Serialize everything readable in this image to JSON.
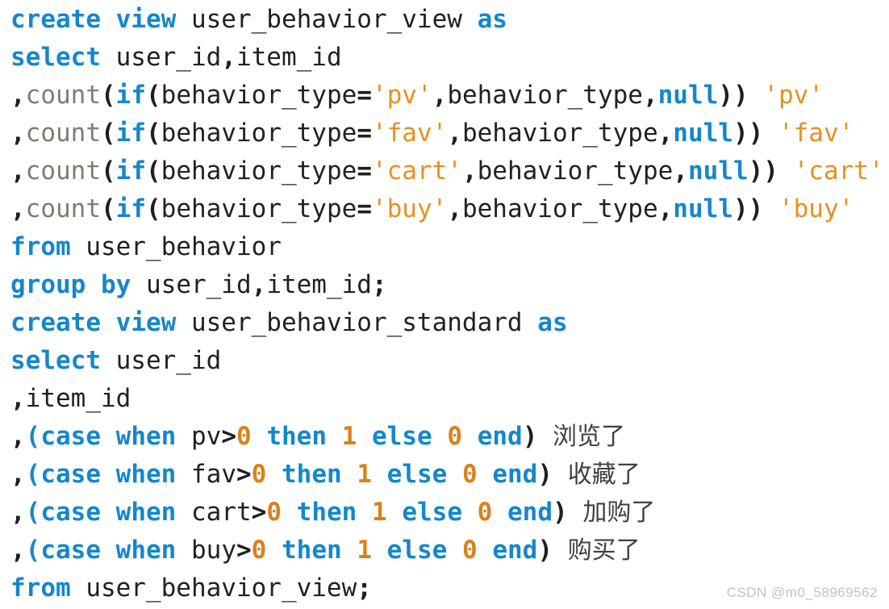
{
  "page": {
    "background": "#ffffff"
  },
  "colors": {
    "keyword": "#1487cc",
    "identifier": "#212121",
    "function": "#7d7d71",
    "string": "#e8901f",
    "number": "#d9821d",
    "punctuation": "#1f1f1f",
    "cjk": "#3f3f3f",
    "watermark": "#c3c3c3"
  },
  "code": {
    "language": "sql",
    "lines": [
      {
        "tokens": [
          [
            "kw",
            "create"
          ],
          [
            "id",
            " "
          ],
          [
            "kw",
            "view"
          ],
          [
            "id",
            " user_behavior_view "
          ],
          [
            "kw",
            "as"
          ]
        ]
      },
      {
        "tokens": [
          [
            "kw",
            "select"
          ],
          [
            "id",
            " user_id"
          ],
          [
            "pun",
            ","
          ],
          [
            "id",
            "item_id"
          ]
        ]
      },
      {
        "tokens": [
          [
            "pun",
            ","
          ],
          [
            "fn",
            "count"
          ],
          [
            "pun",
            "("
          ],
          [
            "kw",
            "if"
          ],
          [
            "pun",
            "("
          ],
          [
            "id",
            "behavior_type"
          ],
          [
            "pun",
            "="
          ],
          [
            "str",
            "'pv'"
          ],
          [
            "pun",
            ","
          ],
          [
            "id",
            "behavior_type"
          ],
          [
            "pun",
            ","
          ],
          [
            "kw",
            "null"
          ],
          [
            "pun",
            "))"
          ],
          [
            "id",
            " "
          ],
          [
            "str",
            "'pv'"
          ]
        ]
      },
      {
        "tokens": [
          [
            "pun",
            ","
          ],
          [
            "fn",
            "count"
          ],
          [
            "pun",
            "("
          ],
          [
            "kw",
            "if"
          ],
          [
            "pun",
            "("
          ],
          [
            "id",
            "behavior_type"
          ],
          [
            "pun",
            "="
          ],
          [
            "str",
            "'fav'"
          ],
          [
            "pun",
            ","
          ],
          [
            "id",
            "behavior_type"
          ],
          [
            "pun",
            ","
          ],
          [
            "kw",
            "null"
          ],
          [
            "pun",
            "))"
          ],
          [
            "id",
            " "
          ],
          [
            "str",
            "'fav'"
          ]
        ]
      },
      {
        "tokens": [
          [
            "pun",
            ","
          ],
          [
            "fn",
            "count"
          ],
          [
            "pun",
            "("
          ],
          [
            "kw",
            "if"
          ],
          [
            "pun",
            "("
          ],
          [
            "id",
            "behavior_type"
          ],
          [
            "pun",
            "="
          ],
          [
            "str",
            "'cart'"
          ],
          [
            "pun",
            ","
          ],
          [
            "id",
            "behavior_type"
          ],
          [
            "pun",
            ","
          ],
          [
            "kw",
            "null"
          ],
          [
            "pun",
            "))"
          ],
          [
            "id",
            " "
          ],
          [
            "str",
            "'cart'"
          ]
        ]
      },
      {
        "tokens": [
          [
            "pun",
            ","
          ],
          [
            "fn",
            "count"
          ],
          [
            "pun",
            "("
          ],
          [
            "kw",
            "if"
          ],
          [
            "pun",
            "("
          ],
          [
            "id",
            "behavior_type"
          ],
          [
            "pun",
            "="
          ],
          [
            "str",
            "'buy'"
          ],
          [
            "pun",
            ","
          ],
          [
            "id",
            "behavior_type"
          ],
          [
            "pun",
            ","
          ],
          [
            "kw",
            "null"
          ],
          [
            "pun",
            "))"
          ],
          [
            "id",
            " "
          ],
          [
            "str",
            "'buy'"
          ]
        ]
      },
      {
        "tokens": [
          [
            "kw",
            "from"
          ],
          [
            "id",
            " user_behavior"
          ]
        ]
      },
      {
        "tokens": [
          [
            "kw",
            "group"
          ],
          [
            "id",
            " "
          ],
          [
            "kw",
            "by"
          ],
          [
            "id",
            " user_id"
          ],
          [
            "pun",
            ","
          ],
          [
            "id",
            "item_id"
          ],
          [
            "pun",
            ";"
          ]
        ]
      },
      {
        "tokens": [
          [
            "kw",
            "create"
          ],
          [
            "id",
            " "
          ],
          [
            "kw",
            "view"
          ],
          [
            "id",
            " user_behavior_standard "
          ],
          [
            "kw",
            "as"
          ]
        ]
      },
      {
        "tokens": [
          [
            "kw",
            "select"
          ],
          [
            "id",
            " user_id"
          ]
        ]
      },
      {
        "tokens": [
          [
            "pun",
            ","
          ],
          [
            "id",
            "item_id"
          ]
        ]
      },
      {
        "tokens": [
          [
            "pun",
            ","
          ],
          [
            "kw",
            "(case"
          ],
          [
            "id",
            " "
          ],
          [
            "kw",
            "when"
          ],
          [
            "id",
            " pv"
          ],
          [
            "pun",
            ">"
          ],
          [
            "num",
            "0"
          ],
          [
            "id",
            " "
          ],
          [
            "kw",
            "then"
          ],
          [
            "id",
            " "
          ],
          [
            "num",
            "1"
          ],
          [
            "id",
            " "
          ],
          [
            "kw",
            "else"
          ],
          [
            "id",
            " "
          ],
          [
            "num",
            "0"
          ],
          [
            "id",
            " "
          ],
          [
            "kw",
            "end"
          ],
          [
            "pun",
            ")"
          ],
          [
            "id",
            " "
          ],
          [
            "cjk",
            "浏览了"
          ]
        ]
      },
      {
        "tokens": [
          [
            "pun",
            ","
          ],
          [
            "kw",
            "(case"
          ],
          [
            "id",
            " "
          ],
          [
            "kw",
            "when"
          ],
          [
            "id",
            " fav"
          ],
          [
            "pun",
            ">"
          ],
          [
            "num",
            "0"
          ],
          [
            "id",
            " "
          ],
          [
            "kw",
            "then"
          ],
          [
            "id",
            " "
          ],
          [
            "num",
            "1"
          ],
          [
            "id",
            " "
          ],
          [
            "kw",
            "else"
          ],
          [
            "id",
            " "
          ],
          [
            "num",
            "0"
          ],
          [
            "id",
            " "
          ],
          [
            "kw",
            "end"
          ],
          [
            "pun",
            ")"
          ],
          [
            "id",
            " "
          ],
          [
            "cjk",
            "收藏了"
          ]
        ]
      },
      {
        "tokens": [
          [
            "pun",
            ","
          ],
          [
            "kw",
            "(case"
          ],
          [
            "id",
            " "
          ],
          [
            "kw",
            "when"
          ],
          [
            "id",
            " cart"
          ],
          [
            "pun",
            ">"
          ],
          [
            "num",
            "0"
          ],
          [
            "id",
            " "
          ],
          [
            "kw",
            "then"
          ],
          [
            "id",
            " "
          ],
          [
            "num",
            "1"
          ],
          [
            "id",
            " "
          ],
          [
            "kw",
            "else"
          ],
          [
            "id",
            " "
          ],
          [
            "num",
            "0"
          ],
          [
            "id",
            " "
          ],
          [
            "kw",
            "end"
          ],
          [
            "pun",
            ")"
          ],
          [
            "id",
            " "
          ],
          [
            "cjk",
            "加购了"
          ]
        ]
      },
      {
        "tokens": [
          [
            "pun",
            ","
          ],
          [
            "kw",
            "(case"
          ],
          [
            "id",
            " "
          ],
          [
            "kw",
            "when"
          ],
          [
            "id",
            " buy"
          ],
          [
            "pun",
            ">"
          ],
          [
            "num",
            "0"
          ],
          [
            "id",
            " "
          ],
          [
            "kw",
            "then"
          ],
          [
            "id",
            " "
          ],
          [
            "num",
            "1"
          ],
          [
            "id",
            " "
          ],
          [
            "kw",
            "else"
          ],
          [
            "id",
            " "
          ],
          [
            "num",
            "0"
          ],
          [
            "id",
            " "
          ],
          [
            "kw",
            "end"
          ],
          [
            "pun",
            ")"
          ],
          [
            "id",
            " "
          ],
          [
            "cjk",
            "购买了"
          ]
        ]
      },
      {
        "tokens": [
          [
            "kw",
            "from"
          ],
          [
            "id",
            " user_behavior_view"
          ],
          [
            "pun",
            ";"
          ]
        ]
      }
    ]
  },
  "watermark": {
    "text": "CSDN @m0_58969562"
  }
}
